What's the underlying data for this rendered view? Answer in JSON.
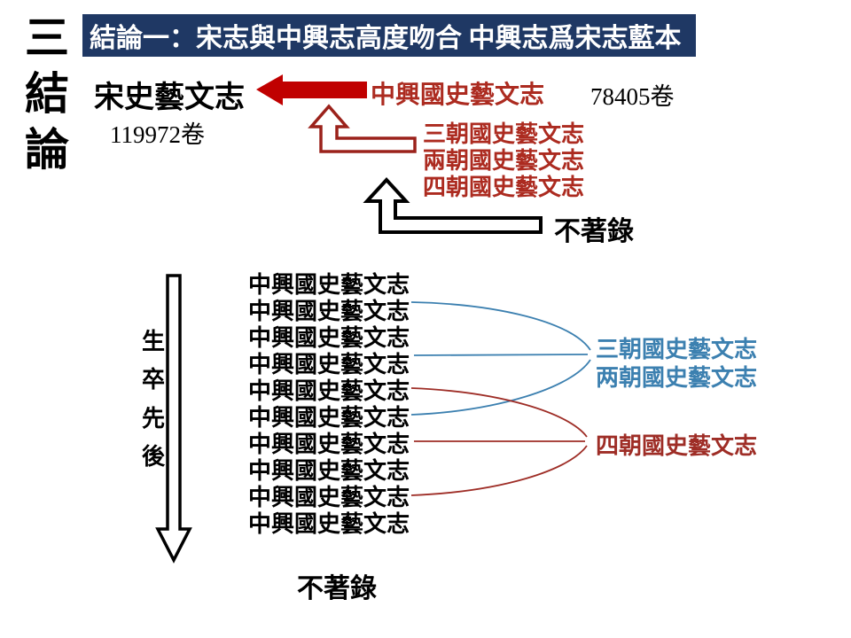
{
  "colors": {
    "banner_bg": "#1f3864",
    "banner_text": "#ffffff",
    "solid_arrow_red": "#c00000",
    "dark_red_text": "#ac2b20",
    "outline_arrow_red": "#9b221b",
    "connector_blue": "#3c80b0",
    "connector_red": "#9e2d26",
    "ink": "#000000"
  },
  "side_title": {
    "chars": [
      "三",
      "結",
      "論"
    ]
  },
  "banner": {
    "title": "結論一：宋志與中興志高度吻合 中興志爲宋志藍本"
  },
  "comparison": {
    "song_zhi": "宋史藝文志",
    "song_zhi_volumes": "119972卷",
    "zhongxing_zhi": "中興國史藝文志",
    "zhongxing_zhi_volumes": "78405卷",
    "sources": [
      "三朝國史藝文志",
      "兩朝國史藝文志",
      "四朝國史藝文志"
    ],
    "not_recorded": "不著錄"
  },
  "timeline": {
    "axis_chars": [
      "生",
      "卒",
      "先",
      "後"
    ],
    "entries": [
      "中興國史藝文志",
      "中興國史藝文志",
      "中興國史藝文志",
      "中興國史藝文志",
      "中興國史藝文志",
      "中興國史藝文志",
      "中興國史藝文志",
      "中興國史藝文志",
      "中興國史藝文志",
      "中興國史藝文志"
    ],
    "not_recorded": "不著錄",
    "group_labels": {
      "sanchao": "三朝國史藝文志",
      "liangchao": "两朝國史藝文志",
      "sichao": "四朝國史藝文志"
    }
  }
}
